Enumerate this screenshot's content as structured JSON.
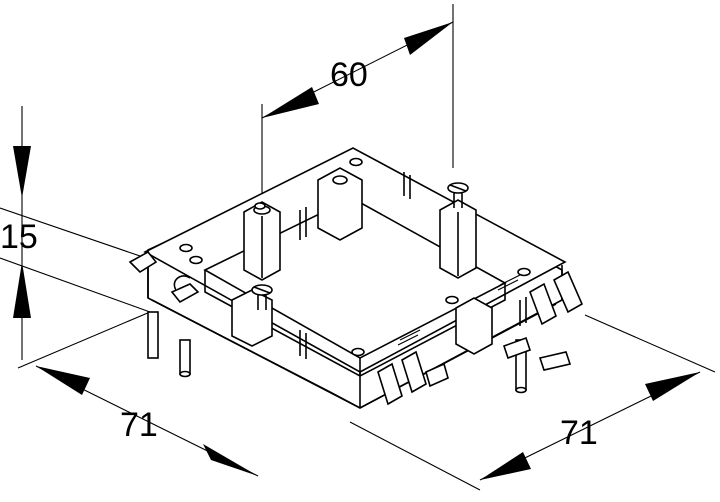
{
  "dimensions": {
    "top_width": "60",
    "height": "15",
    "left_depth": "71",
    "right_depth": "71"
  },
  "colors": {
    "line": "#000000",
    "background": "#ffffff"
  }
}
